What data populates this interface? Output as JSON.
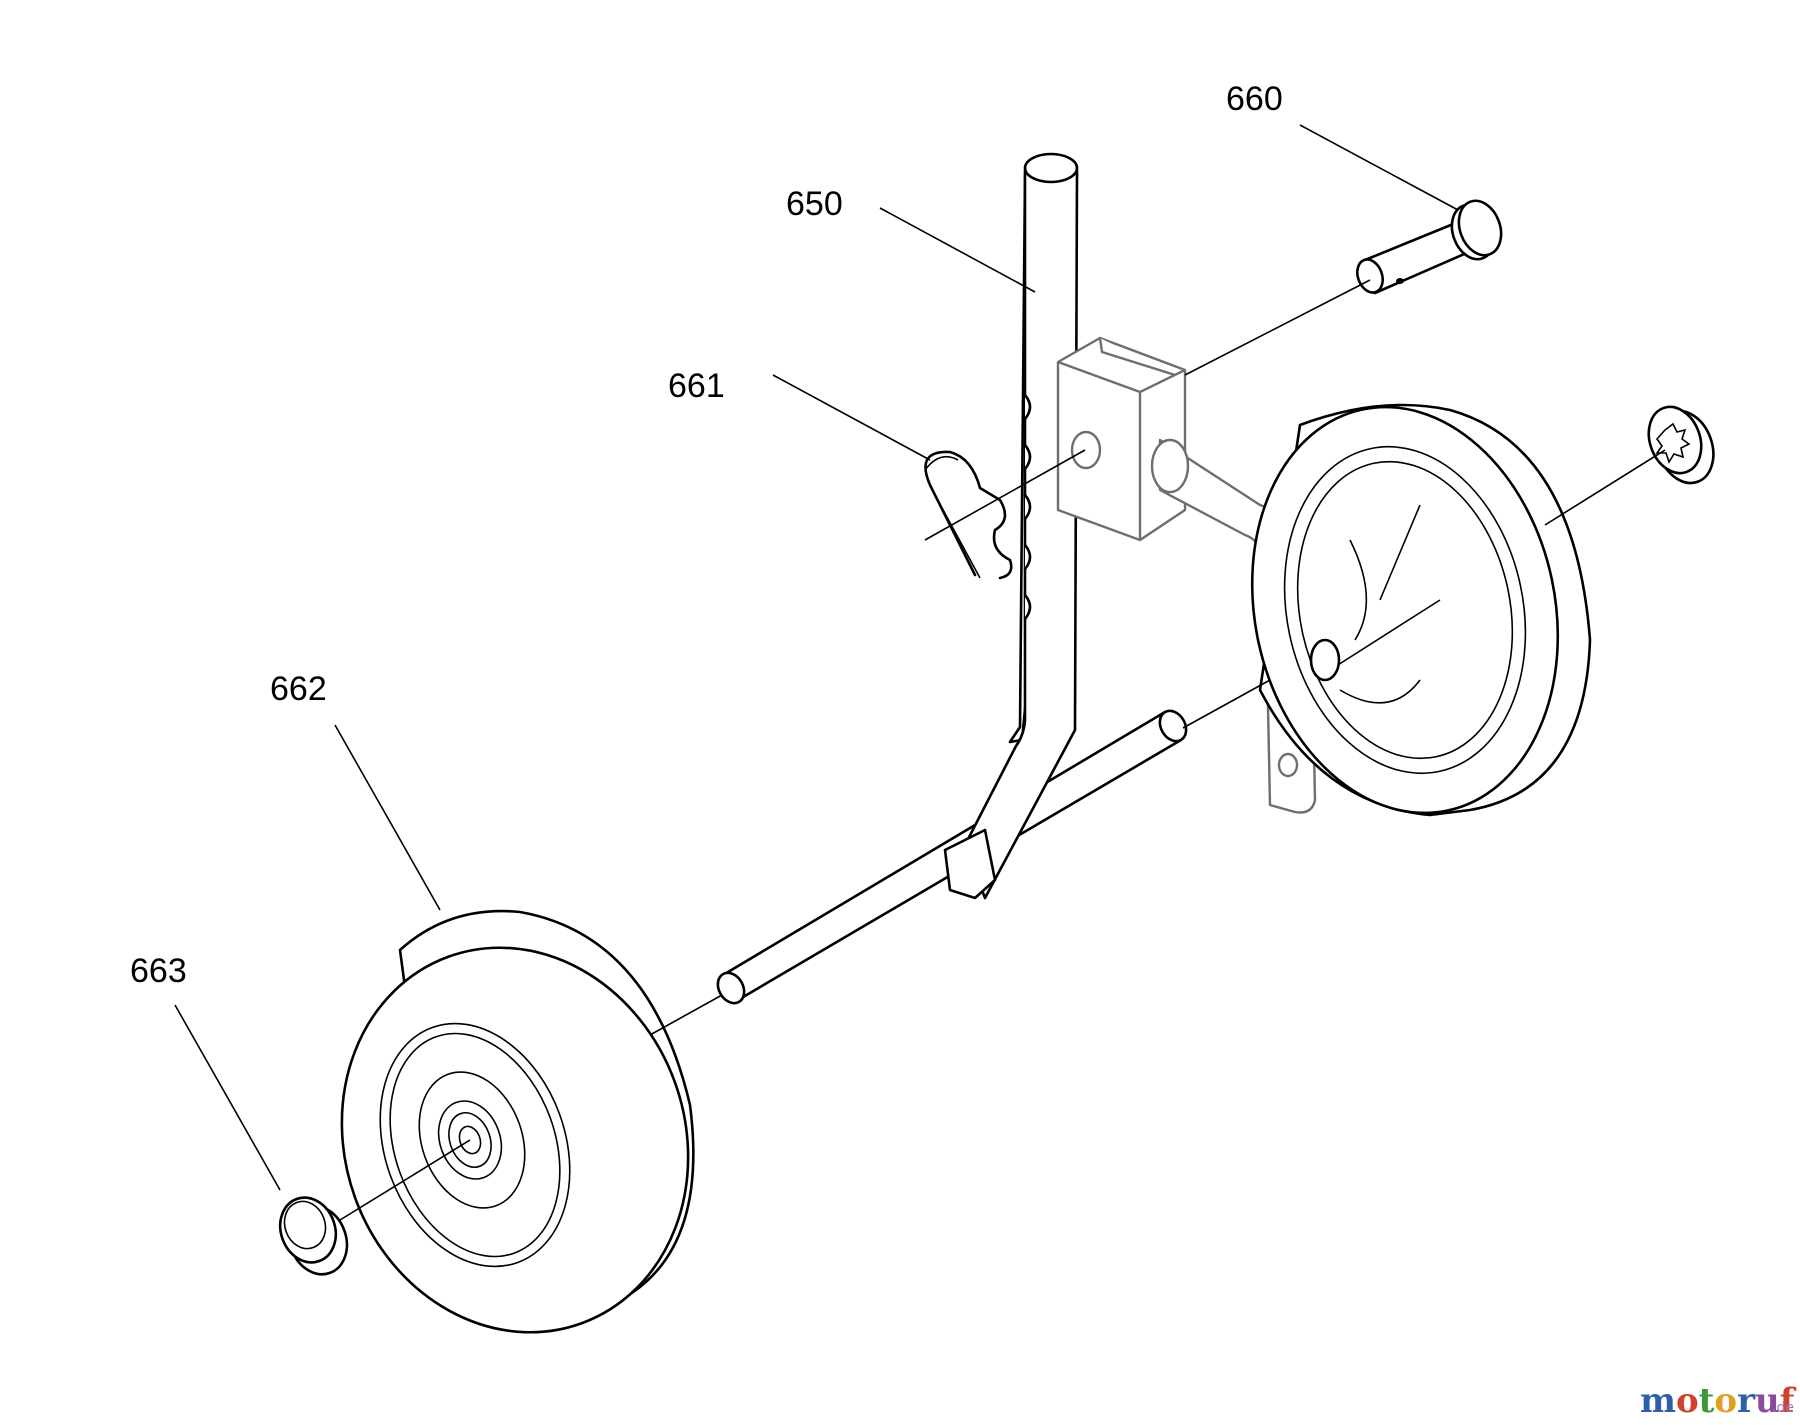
{
  "diagram": {
    "callouts": [
      {
        "id": "650",
        "label": "650"
      },
      {
        "id": "660",
        "label": "660"
      },
      {
        "id": "661",
        "label": "661"
      },
      {
        "id": "662",
        "label": "662"
      },
      {
        "id": "663",
        "label": "663"
      }
    ]
  },
  "watermark": {
    "letters": [
      "m",
      "o",
      "t",
      "o",
      "r",
      "u",
      "f"
    ],
    "letter_colors": [
      "#2f5fa8",
      "#d0402c",
      "#3a9a3a",
      "#e0a020",
      "#2f5fa8",
      "#8a4aa0",
      "#d0402c"
    ],
    "suffix": ".de"
  },
  "colors": {
    "line": "#000000",
    "bracket_line": "#6e6e6e",
    "background": "#ffffff"
  }
}
